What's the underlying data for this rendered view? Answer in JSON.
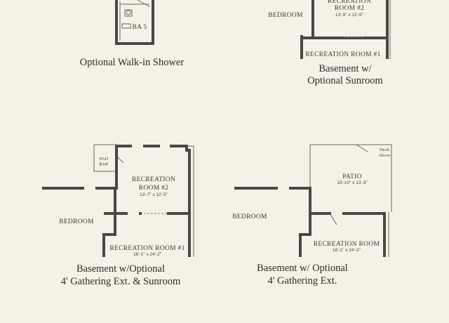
{
  "captions": {
    "walkin": "Optional Walk-in Shower",
    "sunroom_line1": "Basement w/",
    "sunroom_line2": "Optional Sunroom",
    "gath_sun_line1": "Basement w/Optional",
    "gath_sun_line2": "4' Gathering Ext. & Sunroom",
    "gath_line1": "Basement w/ Optional",
    "gath_line2": "4' Gathering Ext."
  },
  "rooms": {
    "ba5": "BA 5",
    "bedroom": "BEDROOM",
    "recreation_room_2": [
      "RECREATION",
      "ROOM #2"
    ],
    "rec2_dim_sunroom": "13'-9\" x 12'-5\"",
    "rec2_dim_gath": "13'-7\" x 12'-5\"",
    "recreation_room_1": "RECREATION ROOM #1",
    "recreation_room_plain": "RECREATION ROOM",
    "rec1_dim": "16'-1\" x 24'-2\"",
    "pad": "PAD",
    "pad_dim": "6'x4'",
    "patio": "PATIO",
    "patio_dim": "15'-10\" x 13'-3\"",
    "deck_above": [
      "Deck",
      "Above"
    ]
  }
}
